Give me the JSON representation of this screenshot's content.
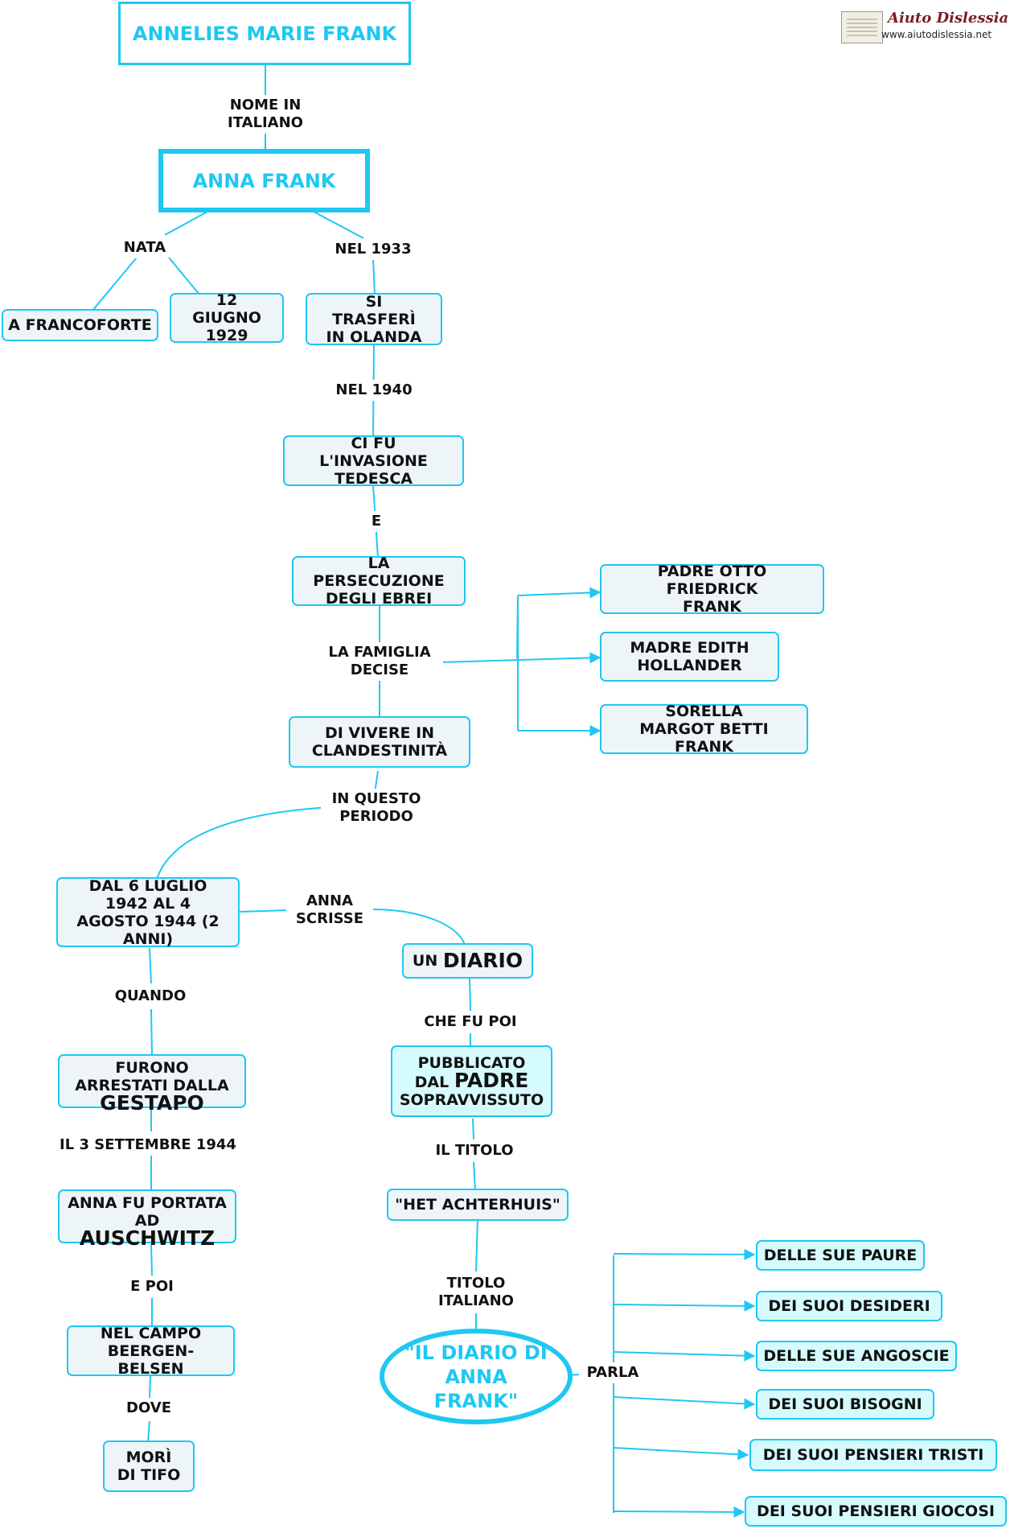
{
  "header": {
    "logo_title": "Aiuto Dislessia",
    "logo_url": "www.aiutodislessia.net"
  },
  "nodes": {
    "annelies": "ANNELIES MARIE FRANK",
    "anna_frank": "ANNA FRANK",
    "francoforte": "A FRANCOFORTE",
    "birth_date": "12 GIUGNO 1929",
    "trasferi": "SI TRASFERÌ IN OLANDA",
    "invasione": "CI FU L'INVASIONE TEDESCA",
    "persecuzione": "LA PERSECUZIONE DEGLI EBREI",
    "padre": "PADRE OTTO FRIEDRICK FRANK",
    "madre": "MADRE EDITH HOLLANDER",
    "sorella": "SORELLA MARGOT BETTI FRANK",
    "clandestinita": "DI VIVERE IN CLANDESTINITÀ",
    "periodo": "DAL 6 LUGLIO 1942 AL 4 AGOSTO 1944 (2 ANNI)",
    "diario_pre": "UN",
    "diario_main": "DIARIO",
    "arrestati_pre": "FURONO ARRESTATI DALLA",
    "arrestati_main": "GESTAPO",
    "pubblicato_1": "PUBBLICATO",
    "pubblicato_2_pre": "DAL",
    "pubblicato_2_main": "PADRE",
    "pubblicato_3": "SOPRAVVISSUTO",
    "auschwitz_pre": "ANNA FU PORTATA AD",
    "auschwitz_main": "AUSCHWITZ",
    "achterhuis": "\"HET ACHTERHUIS\"",
    "campo": "NEL CAMPO BEERGEN-BELSEN",
    "mori": "MORÌ DI TIFO",
    "diario_titolo": "\"IL DIARIO DI ANNA FRANK\"",
    "paure": "DELLE SUE PAURE",
    "desideri": "DEI SUOI DESIDERI",
    "angoscie": "DELLE SUE ANGOSCIE",
    "bisogni": "DEI SUOI BISOGNI",
    "tristi": "DEI SUOI PENSIERI TRISTI",
    "giocosi": "DEI SUOI PENSIERI GIOCOSI"
  },
  "links": {
    "nome_in_italiano": "NOME IN ITALIANO",
    "nata": "NATA",
    "nel_1933": "NEL 1933",
    "nel_1940": "NEL 1940",
    "e": "E",
    "la_famiglia_decise": "LA FAMIGLIA DECISE",
    "in_questo_periodo": "IN QUESTO PERIODO",
    "anna_scrisse": "ANNA SCRISSE",
    "quando": "QUANDO",
    "che_fu_poi": "CHE FU POI",
    "il_3_settembre": "IL 3 SETTEMBRE 1944",
    "il_titolo": "IL TITOLO",
    "e_poi": "E POI",
    "titolo_italiano": "TITOLO ITALIANO",
    "dove": "DOVE",
    "parla": "PARLA"
  },
  "colors": {
    "accent": "#1ec8f2",
    "node_fill": "#eef5f8",
    "node_fill_cyan": "#d6fbff",
    "text": "#111111"
  }
}
